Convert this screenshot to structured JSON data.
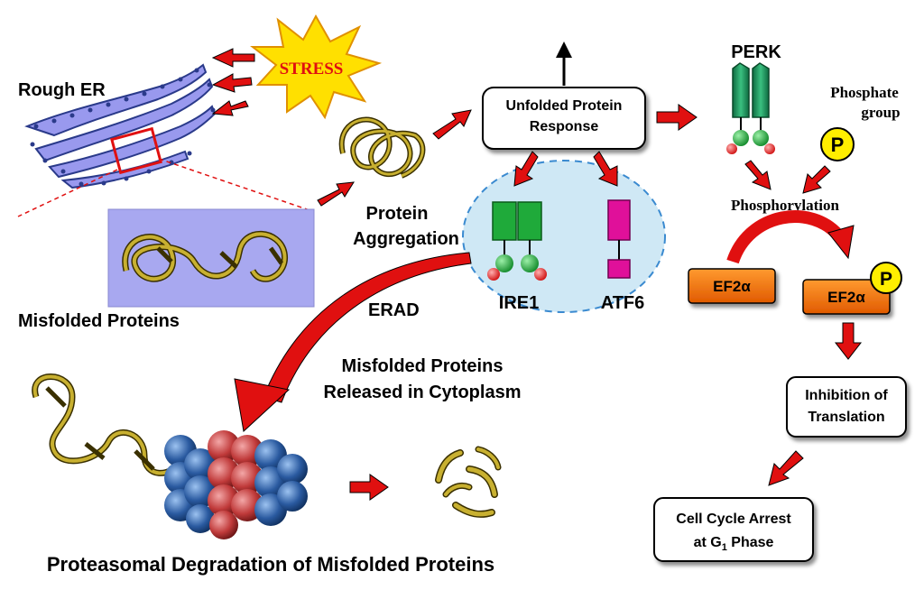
{
  "labels": {
    "rough_er": "Rough ER",
    "stress": "STRESS",
    "misfolded_proteins": "Misfolded Proteins",
    "protein_aggregation_1": "Protein",
    "protein_aggregation_2": "Aggregation",
    "upr_1": "Unfolded Protein",
    "upr_2": "Response",
    "perk": "PERK",
    "phosphate_group_1": "Phosphate",
    "phosphate_group_2": "group",
    "phosphate_symbol": "P",
    "phosphorylation": "Phosphorylation",
    "ire1": "IRE1",
    "atf6": "ATF6",
    "erad": "ERAD",
    "released_1": "Misfolded Proteins",
    "released_2": "Released in Cytoplasm",
    "ef2a": "EF2α",
    "ef2a_phospho": "EF2α",
    "inhibition_1": "Inhibition of",
    "inhibition_2": "Translation",
    "arrest_1": "Cell  Cycle Arrest",
    "arrest_2_prefix": "at G",
    "arrest_2_sub": "1",
    "arrest_2_suffix": " Phase",
    "proteasomal": "Proteasomal Degradation of Misfolded Proteins"
  },
  "colors": {
    "er": "#9999ee",
    "er_dots": "#2a3a8a",
    "stress_fill": "#ffe000",
    "stress_text": "#e01010",
    "arrow_red": "#e01010",
    "receptor_green": "#1faa3a",
    "perk_green": "#1a8a55",
    "atf6_magenta": "#e0109a",
    "ef2a_orange": "#f07010",
    "phosphate_yellow": "#ffee00",
    "ire_zone": "#cfe8f5",
    "proteasome_blue": "#2a5aa0",
    "proteasome_red": "#c03a3a",
    "protein_gold": "#c8b030",
    "inset_bg": "#a8a8f0"
  }
}
